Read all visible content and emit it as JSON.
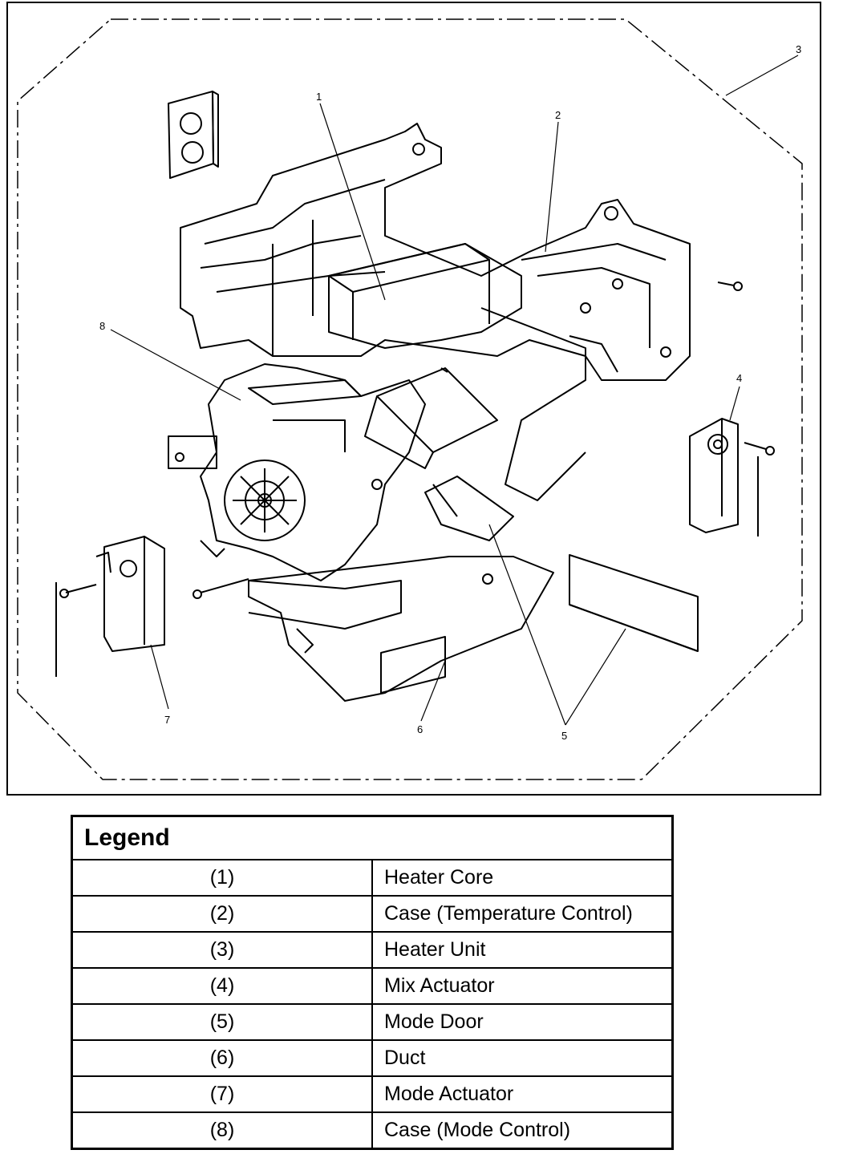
{
  "diagram": {
    "callouts": [
      "1",
      "2",
      "3",
      "4",
      "5",
      "6",
      "7",
      "8"
    ]
  },
  "legend": {
    "title": "Legend",
    "rows": [
      {
        "num": "(1)",
        "desc": "Heater Core"
      },
      {
        "num": "(2)",
        "desc": "Case (Temperature Control)"
      },
      {
        "num": "(3)",
        "desc": "Heater Unit"
      },
      {
        "num": "(4)",
        "desc": "Mix Actuator"
      },
      {
        "num": "(5)",
        "desc": "Mode Door"
      },
      {
        "num": "(6)",
        "desc": "Duct"
      },
      {
        "num": "(7)",
        "desc": "Mode Actuator"
      },
      {
        "num": "(8)",
        "desc": "Case (Mode Control)"
      }
    ]
  }
}
